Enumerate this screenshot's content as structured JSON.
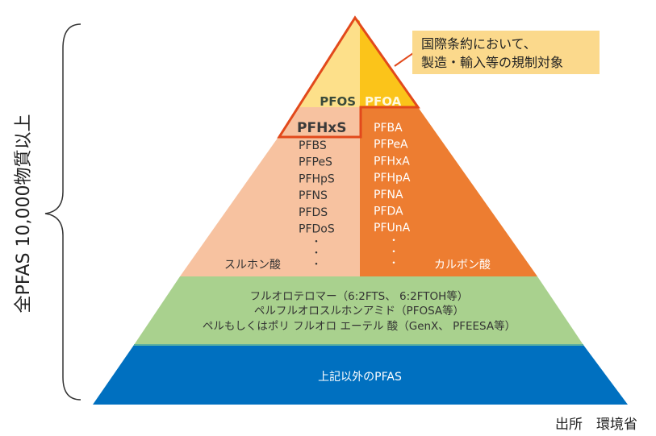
{
  "left_label": "全PFAS 10,000物質以上",
  "callout": {
    "line1": "国際条約において、",
    "line2": "製造・輸入等の規制対象"
  },
  "top_tier": {
    "left": "PFOS",
    "right": "PFOA"
  },
  "sulfonic": {
    "highlight": "PFHxS",
    "items": [
      "PFBS",
      "PFPeS",
      "PFHpS",
      "PFNS",
      "PFDS",
      "PFDoS"
    ],
    "label": "スルホン酸"
  },
  "carboxylic": {
    "items": [
      "PFBA",
      "PFPeA",
      "PFHxA",
      "PFHpA",
      "PFNA",
      "PFDA",
      "PFUnA"
    ],
    "label": "カルボン酸"
  },
  "ellipsis_dot": "・",
  "green_tier": {
    "lines": [
      "フルオロテロマー（6:2FTS、 6:2FTOH等）",
      "ペルフルオロスルホンアミド（PFOSA等）",
      "ペルもしくはポリ フルオロ エーテル 酸（GenX、 PFEESA等）"
    ]
  },
  "blue_tier": {
    "label": "上記以外のPFAS"
  },
  "source": "出所　環境省",
  "colors": {
    "yellow_light": "#fde08a",
    "yellow_dark": "#fbc41a",
    "salmon": "#f7c2a0",
    "orange": "#ed7d31",
    "green": "#a9d18e",
    "blue": "#0070c0",
    "red_outline": "#e2491b",
    "callout_bg": "#fbd98c"
  }
}
